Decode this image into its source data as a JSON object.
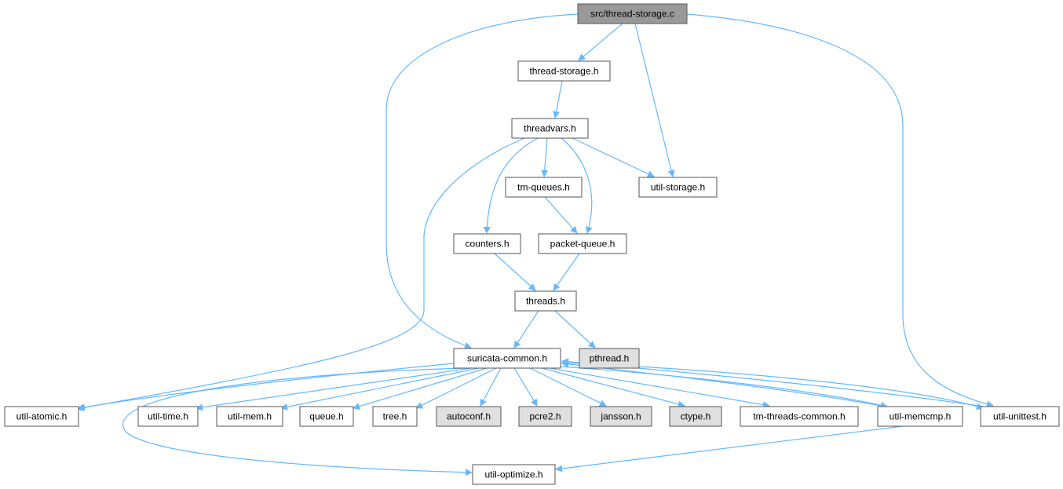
{
  "colors": {
    "edge": "#63b8ff",
    "node_fill": "#ffffff",
    "root_fill": "#999999",
    "system_fill": "#e0e0e0",
    "border": "#555555"
  },
  "nodes": [
    {
      "id": "n0",
      "label": "src/thread-storage.c",
      "kind": "root"
    },
    {
      "id": "n1",
      "label": "thread-storage.h",
      "kind": "normal"
    },
    {
      "id": "n2",
      "label": "threadvars.h",
      "kind": "normal"
    },
    {
      "id": "n3",
      "label": "tm-queues.h",
      "kind": "normal"
    },
    {
      "id": "n4",
      "label": "util-storage.h",
      "kind": "normal"
    },
    {
      "id": "n5",
      "label": "counters.h",
      "kind": "normal"
    },
    {
      "id": "n6",
      "label": "packet-queue.h",
      "kind": "normal"
    },
    {
      "id": "n7",
      "label": "threads.h",
      "kind": "normal"
    },
    {
      "id": "n8",
      "label": "suricata-common.h",
      "kind": "normal"
    },
    {
      "id": "n9",
      "label": "pthread.h",
      "kind": "system"
    },
    {
      "id": "n10",
      "label": "util-atomic.h",
      "kind": "normal"
    },
    {
      "id": "n11",
      "label": "util-time.h",
      "kind": "normal"
    },
    {
      "id": "n12",
      "label": "util-mem.h",
      "kind": "normal"
    },
    {
      "id": "n13",
      "label": "queue.h",
      "kind": "normal"
    },
    {
      "id": "n14",
      "label": "tree.h",
      "kind": "normal"
    },
    {
      "id": "n15",
      "label": "autoconf.h",
      "kind": "system"
    },
    {
      "id": "n16",
      "label": "pcre2.h",
      "kind": "system"
    },
    {
      "id": "n17",
      "label": "jansson.h",
      "kind": "system"
    },
    {
      "id": "n18",
      "label": "ctype.h",
      "kind": "system"
    },
    {
      "id": "n19",
      "label": "tm-threads-common.h",
      "kind": "normal"
    },
    {
      "id": "n20",
      "label": "util-memcmp.h",
      "kind": "normal"
    },
    {
      "id": "n21",
      "label": "util-unittest.h",
      "kind": "normal"
    },
    {
      "id": "n22",
      "label": "util-optimize.h",
      "kind": "normal"
    }
  ],
  "edges": [
    {
      "from": "n0",
      "to": "n1"
    },
    {
      "from": "n0",
      "to": "n4"
    },
    {
      "from": "n0",
      "to": "n8"
    },
    {
      "from": "n0",
      "to": "n21"
    },
    {
      "from": "n1",
      "to": "n2"
    },
    {
      "from": "n2",
      "to": "n3"
    },
    {
      "from": "n2",
      "to": "n4"
    },
    {
      "from": "n2",
      "to": "n5"
    },
    {
      "from": "n2",
      "to": "n6"
    },
    {
      "from": "n2",
      "to": "n10"
    },
    {
      "from": "n3",
      "to": "n6"
    },
    {
      "from": "n5",
      "to": "n7"
    },
    {
      "from": "n6",
      "to": "n7"
    },
    {
      "from": "n7",
      "to": "n8"
    },
    {
      "from": "n7",
      "to": "n9"
    },
    {
      "from": "n8",
      "to": "n10"
    },
    {
      "from": "n8",
      "to": "n11"
    },
    {
      "from": "n8",
      "to": "n12"
    },
    {
      "from": "n8",
      "to": "n13"
    },
    {
      "from": "n8",
      "to": "n14"
    },
    {
      "from": "n8",
      "to": "n15"
    },
    {
      "from": "n8",
      "to": "n16"
    },
    {
      "from": "n8",
      "to": "n17"
    },
    {
      "from": "n8",
      "to": "n18"
    },
    {
      "from": "n8",
      "to": "n19"
    },
    {
      "from": "n8",
      "to": "n20"
    },
    {
      "from": "n8",
      "to": "n21"
    },
    {
      "from": "n8",
      "to": "n22"
    },
    {
      "from": "n20",
      "to": "n8"
    },
    {
      "from": "n20",
      "to": "n22"
    },
    {
      "from": "n21",
      "to": "n8"
    }
  ]
}
